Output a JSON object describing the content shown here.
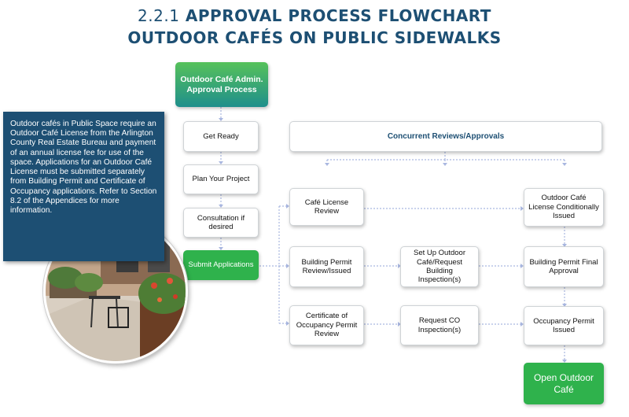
{
  "title": {
    "number": "2.2.1",
    "line1": "APPROVAL PROCESS FLOWCHART",
    "line2": "OUTDOOR CAFÉS ON PUBLIC SIDEWALKS"
  },
  "info_text": "Outdoor cafés in Public Space require an Outdoor Café License from the Arlington County Real Estate Bureau and payment of an annual license fee for use of the space. Applications for an Outdoor Café License must be submitted separately from Building Permit and Certificate of Occupancy applications. Refer to Section 8.2 of the Appendices for more information.",
  "nodes": {
    "admin_process": "Outdoor Café Admin. Approval Process",
    "get_ready": "Get Ready",
    "plan_project": "Plan Your Project",
    "consultation": "Consultation if desired",
    "submit": "Submit Applications",
    "concurrent": "Concurrent Reviews/Approvals",
    "cafe_license_review": "Café License Review",
    "building_permit_review": "Building Permit Review/Issued",
    "co_permit_review": "Certificate of Occupancy Permit Review",
    "setup_inspection": "Set Up Outdoor Café/Request Building Inspection(s)",
    "request_co": "Request CO Inspection(s)",
    "license_conditional": "Outdoor Café License Conditionally Issued",
    "building_final": "Building Permit Final Approval",
    "occupancy_issued": "Occupancy Permit Issued",
    "open_cafe": "Open Outdoor Café"
  },
  "colors": {
    "title": "#1d4f73",
    "info_bg": "#1d4f73",
    "green": "#2fb24c",
    "connector": "#a9b7e0"
  }
}
